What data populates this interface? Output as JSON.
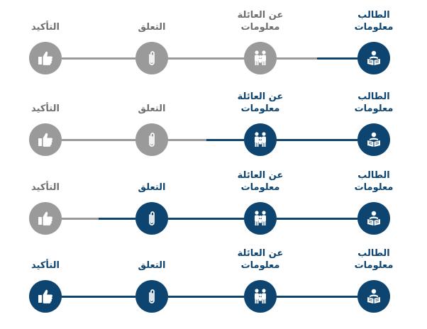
{
  "steppers": [
    {
      "current_step": 1,
      "steps": [
        {
          "id": "student",
          "line1": "الطالب",
          "line2": "معلومات",
          "icon": "student-reading-icon",
          "state": "done"
        },
        {
          "id": "family",
          "line1": "عن العائلة",
          "line2": "معلومات",
          "icon": "family-icon",
          "state": "todo"
        },
        {
          "id": "attach",
          "line1": "التعلق",
          "line2": "",
          "icon": "paperclip-icon",
          "state": "todo"
        },
        {
          "id": "confirm",
          "line1": "التأكيد",
          "line2": "",
          "icon": "thumbs-up-icon",
          "state": "todo"
        }
      ]
    },
    {
      "current_step": 2,
      "steps": [
        {
          "id": "student",
          "line1": "الطالب",
          "line2": "معلومات",
          "icon": "student-reading-icon",
          "state": "done"
        },
        {
          "id": "family",
          "line1": "عن العائلة",
          "line2": "معلومات",
          "icon": "family-icon",
          "state": "done"
        },
        {
          "id": "attach",
          "line1": "التعلق",
          "line2": "",
          "icon": "paperclip-icon",
          "state": "todo"
        },
        {
          "id": "confirm",
          "line1": "التأكيد",
          "line2": "",
          "icon": "thumbs-up-icon",
          "state": "todo"
        }
      ]
    },
    {
      "current_step": 3,
      "steps": [
        {
          "id": "student",
          "line1": "الطالب",
          "line2": "معلومات",
          "icon": "student-reading-icon",
          "state": "done"
        },
        {
          "id": "family",
          "line1": "عن العائلة",
          "line2": "معلومات",
          "icon": "family-icon",
          "state": "done"
        },
        {
          "id": "attach",
          "line1": "التعلق",
          "line2": "",
          "icon": "paperclip-icon",
          "state": "done"
        },
        {
          "id": "confirm",
          "line1": "التأكيد",
          "line2": "",
          "icon": "thumbs-up-icon",
          "state": "todo"
        }
      ]
    },
    {
      "current_step": 4,
      "steps": [
        {
          "id": "student",
          "line1": "الطالب",
          "line2": "معلومات",
          "icon": "student-reading-icon",
          "state": "done"
        },
        {
          "id": "family",
          "line1": "عن العائلة",
          "line2": "معلومات",
          "icon": "family-icon",
          "state": "done"
        },
        {
          "id": "attach",
          "line1": "التعلق",
          "line2": "",
          "icon": "paperclip-icon",
          "state": "done"
        },
        {
          "id": "confirm",
          "line1": "التأكيد",
          "line2": "",
          "icon": "thumbs-up-icon",
          "state": "done"
        }
      ]
    }
  ],
  "colors": {
    "done": "#0d4470",
    "todo": "#9a9a9a",
    "label_todo": "#6f6f6f",
    "icon_fill": "#ffffff"
  }
}
